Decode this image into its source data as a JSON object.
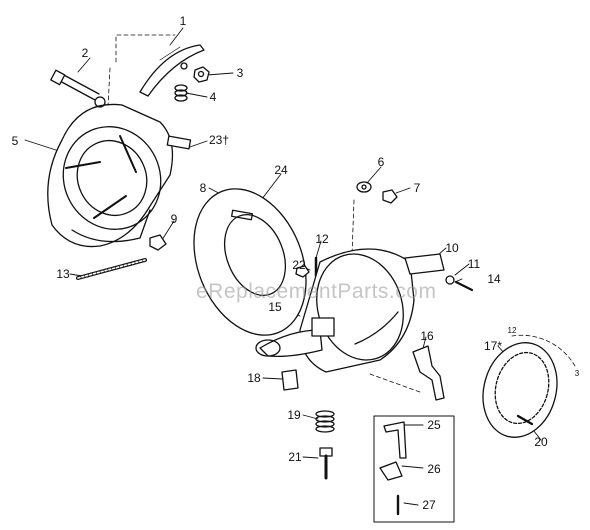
{
  "watermark": "eReplacementParts.com",
  "callouts": {
    "c1": "1",
    "c2": "2",
    "c3": "3",
    "c4": "4",
    "c5": "5",
    "c6": "6",
    "c7": "7",
    "c8": "8",
    "c9": "9",
    "c10": "10",
    "c11": "11",
    "c12": "12",
    "c13": "13",
    "c14": "14",
    "c15": "15",
    "c16": "16",
    "c17": "17*",
    "c18": "18",
    "c19": "19",
    "c20": "20",
    "c21": "21",
    "c22": "22",
    "c23": "23†",
    "c24": "24",
    "c25": "25",
    "c26": "26",
    "c27": "27"
  },
  "dial": {
    "top": "12",
    "right": "3"
  },
  "colors": {
    "ink": "#111111",
    "watermark": "#969696",
    "background": "#ffffff"
  }
}
